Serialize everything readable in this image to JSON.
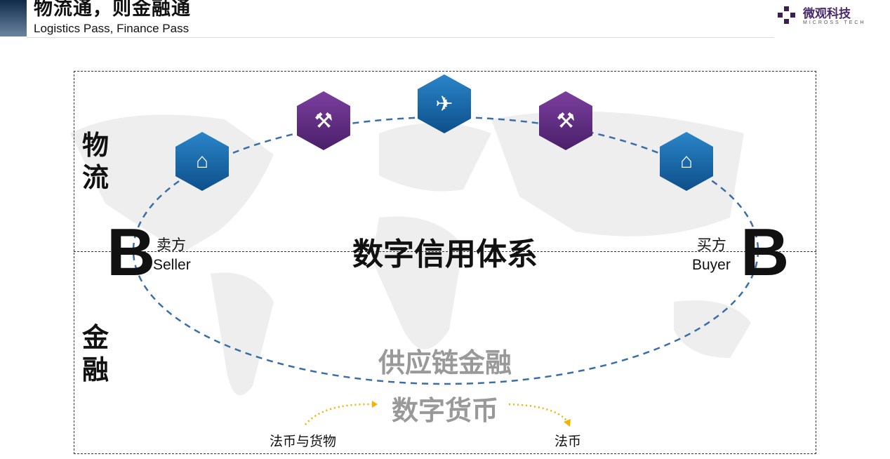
{
  "header": {
    "title": "物流通，则金融通",
    "subtitle": "Logistics Pass, Finance Pass"
  },
  "logo": {
    "cn": "微观科技",
    "en": "MICROSS TECH"
  },
  "sections": {
    "logistics": [
      "物",
      "流"
    ],
    "finance": [
      "金",
      "融"
    ]
  },
  "seller": {
    "letter": "B",
    "cn": "卖方",
    "en": "Seller"
  },
  "buyer": {
    "letter": "B",
    "cn": "买方",
    "en": "Buyer"
  },
  "center_title": "数字信用体系",
  "supply_chain": "供应链金融",
  "digital_currency": "数字货币",
  "flow": {
    "left": "法币与货物",
    "right": "法币"
  },
  "icons": [
    "warehouse-icon",
    "customs-icon",
    "transport-icon",
    "customs-icon",
    "warehouse-icon"
  ],
  "colors": {
    "ellipse": "#3a6ea8",
    "arrow": "#f0b400",
    "gray_text": "#999999"
  }
}
